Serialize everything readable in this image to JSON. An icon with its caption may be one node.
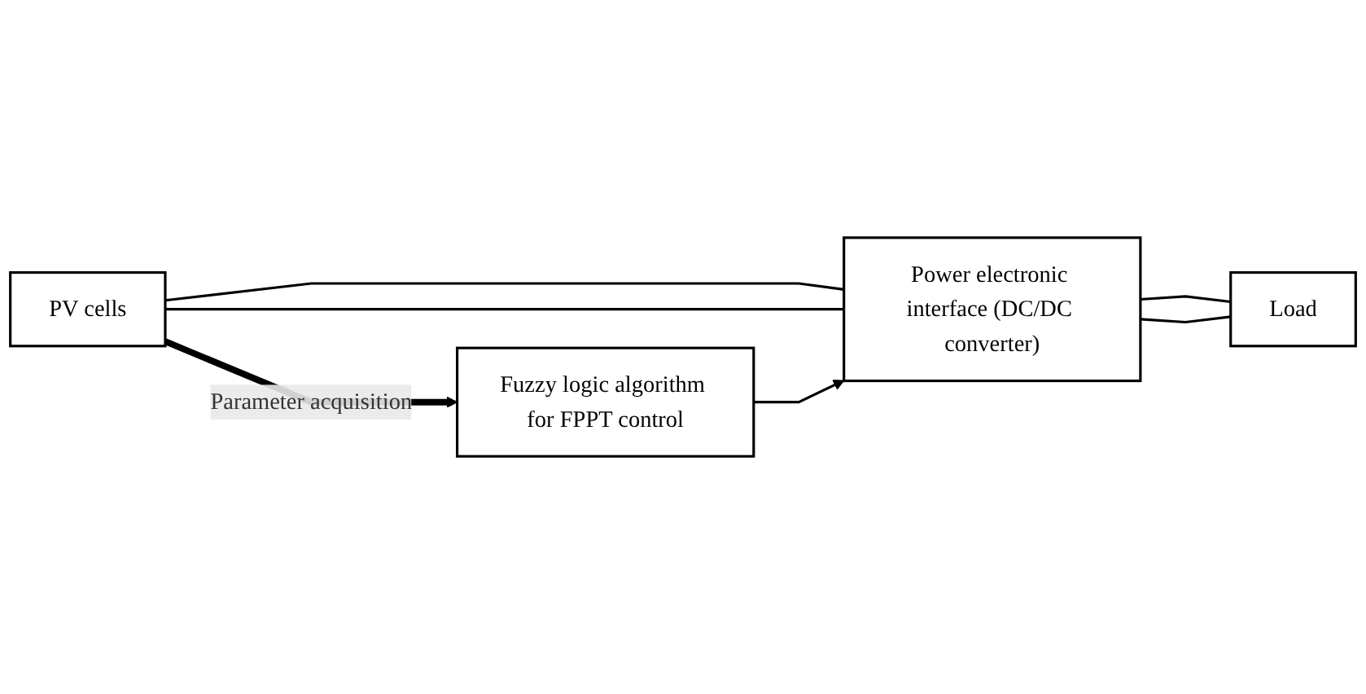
{
  "diagram": {
    "nodes": [
      {
        "text": [
          "PV cells"
        ]
      },
      {
        "text": [
          "Power electronic interface (DC/DC converter)"
        ]
      },
      {
        "text": [
          "Load"
        ]
      },
      {
        "text": [
          "Fuzzy logic algorithm for FPPT control"
        ]
      }
    ],
    "edges": [
      {
        "from": 0,
        "to": 1,
        "arrow": "none"
      },
      {
        "from": 0,
        "to": 1,
        "arrow": "none"
      },
      {
        "from": 1,
        "to": 2,
        "arrow": "none"
      },
      {
        "from": 1,
        "to": 2,
        "arrow": "none"
      },
      {
        "from": 3,
        "to": 1,
        "arrow": "to"
      },
      {
        "from": 0,
        "to": 3,
        "arrow": "to",
        "style": "thick",
        "label": "Parameter acquisition"
      }
    ]
  }
}
